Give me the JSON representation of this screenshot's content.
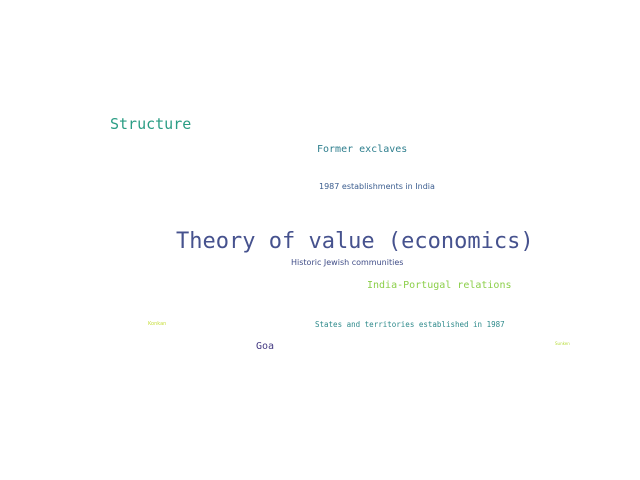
{
  "words": [
    {
      "text": "Structure",
      "color": "#2a9d84"
    },
    {
      "text": "Former exclaves",
      "color": "#2f7f8e"
    },
    {
      "text": "1987 establishments in India",
      "color": "#3b5d8f"
    },
    {
      "text": "Theory of value (economics)",
      "color": "#46528e"
    },
    {
      "text": "Historic Jewish communities",
      "color": "#414e88"
    },
    {
      "text": "India-Portugal relations",
      "color": "#8ccf4a"
    },
    {
      "text": "Konkan",
      "color": "#c6de3a"
    },
    {
      "text": "States and territories established in 1987",
      "color": "#2e8a8b"
    },
    {
      "text": "Goa",
      "color": "#443a83"
    },
    {
      "text": "Sunken",
      "color": "#b8dc3c"
    }
  ]
}
